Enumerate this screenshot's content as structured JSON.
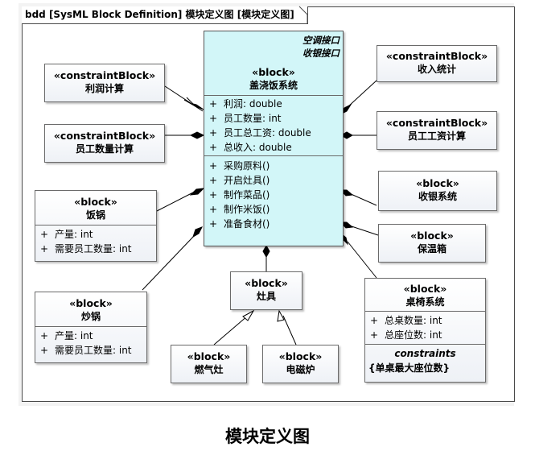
{
  "diagram": {
    "frame_title": "bdd [SysML Block Definition] 模块定义图 [模块定义图]",
    "caption": "模块定义图"
  },
  "main_block": {
    "interfaces": [
      "空调接口",
      "收银接口"
    ],
    "stereotype": "«block»",
    "name": "盖浇饭系统",
    "attributes": [
      {
        "vis": "+",
        "text": "利润: double"
      },
      {
        "vis": "+",
        "text": "员工数量: int"
      },
      {
        "vis": "+",
        "text": "员工总工资: double"
      },
      {
        "vis": "+",
        "text": "总收入: double"
      }
    ],
    "operations": [
      {
        "vis": "+",
        "text": "采购原料()"
      },
      {
        "vis": "+",
        "text": "开启灶具()"
      },
      {
        "vis": "+",
        "text": "制作菜品()"
      },
      {
        "vis": "+",
        "text": "制作米饭()"
      },
      {
        "vis": "+",
        "text": "准备食材()"
      }
    ]
  },
  "blocks": {
    "profit": {
      "stereotype": "«constraintBlock»",
      "name": "利润计算"
    },
    "staff_count": {
      "stereotype": "«constraintBlock»",
      "name": "员工数量计算"
    },
    "income": {
      "stereotype": "«constraintBlock»",
      "name": "收入统计"
    },
    "wage": {
      "stereotype": "«constraintBlock»",
      "name": "员工工资计算"
    },
    "rice_pot": {
      "stereotype": "«block»",
      "name": "饭锅",
      "attributes": [
        {
          "vis": "+",
          "text": "产量: int"
        },
        {
          "vis": "+",
          "text": "需要员工数量: int"
        }
      ]
    },
    "wok": {
      "stereotype": "«block»",
      "name": "炒锅",
      "attributes": [
        {
          "vis": "+",
          "text": "产量: int"
        },
        {
          "vis": "+",
          "text": "需要员工数量: int"
        }
      ]
    },
    "cashier": {
      "stereotype": "«block»",
      "name": "收银系统"
    },
    "warmer": {
      "stereotype": "«block»",
      "name": "保温箱"
    },
    "stove": {
      "stereotype": "«block»",
      "name": "灶具"
    },
    "gas_stove": {
      "stereotype": "«block»",
      "name": "燃气灶"
    },
    "induction": {
      "stereotype": "«block»",
      "name": "电磁炉"
    },
    "tables": {
      "stereotype": "«block»",
      "name": "桌椅系统",
      "attributes": [
        {
          "vis": "+",
          "text": "总桌数量: int"
        },
        {
          "vis": "+",
          "text": "总座位数: int"
        }
      ],
      "constraints_title": "constraints",
      "constraint": "{单桌最大座位数}"
    }
  }
}
